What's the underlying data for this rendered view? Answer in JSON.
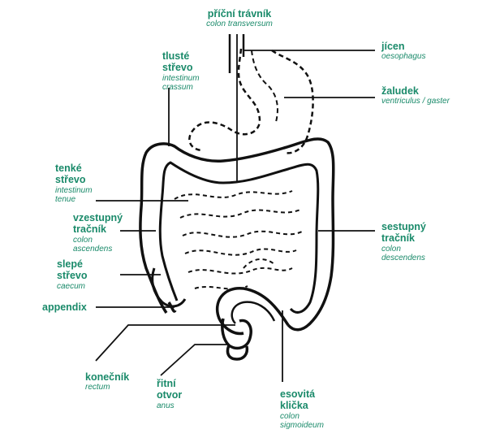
{
  "colors": {
    "label": "#1a8a6a",
    "line": "#111111"
  },
  "labels": {
    "pricni_travnik": {
      "cz": "příční trávník",
      "la": "colon transversum"
    },
    "jicen": {
      "cz": "jícen",
      "la": "oesophagus"
    },
    "zaludek": {
      "cz": "žaludek",
      "la": "ventriculus / gaster"
    },
    "tluste_strevo": {
      "cz1": "tlusté",
      "cz2": "střevo",
      "la1": "intestinum",
      "la2": "crassum"
    },
    "tenke_strevo": {
      "cz1": "tenké",
      "cz2": "střevo",
      "la1": "intestinum",
      "la2": "tenue"
    },
    "vzestupny_tracnik": {
      "cz1": "vzestupný",
      "cz2": "tračník",
      "la1": "colon",
      "la2": "ascendens"
    },
    "slepe_strevo": {
      "cz1": "slepé",
      "cz2": "střevo",
      "la": "caecum"
    },
    "appendix": {
      "cz": "appendix"
    },
    "sestupny_tracnik": {
      "cz1": "sestupný",
      "cz2": "tračník",
      "la1": "colon",
      "la2": "descendens"
    },
    "konecnik": {
      "cz": "konečník",
      "la": "rectum"
    },
    "ritni_otvor": {
      "cz1": "řitní",
      "cz2": "otvor",
      "la": "anus"
    },
    "esovita_klicka": {
      "cz1": "esovitá",
      "cz2": "klička",
      "la1": "colon",
      "la2": "sigmoideum"
    }
  }
}
